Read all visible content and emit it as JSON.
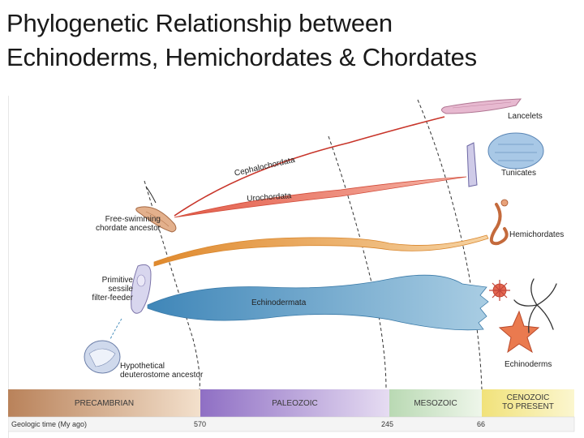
{
  "title": {
    "line1": "Phylogenetic Relationship between",
    "line2": "Echinoderms, Hemichordates & Chordates"
  },
  "branches": {
    "cephalochordata": "Cephalochordata",
    "urochordata": "Urochordata",
    "echinodermata": "Echinodermata"
  },
  "ancestors": {
    "free_swimming_1": "Free-swimming",
    "free_swimming_2": "chordate ancestor",
    "sessile_1": "Primitive",
    "sessile_2": "sessile",
    "sessile_3": "filter-feeder",
    "hypothetical_1": "Hypothetical",
    "hypothetical_2": "deuterostome ancestor"
  },
  "taxa": {
    "lancelets": "Lancelets",
    "tunicates": "Tunicates",
    "hemichordates": "Hemichordates",
    "echinoderms": "Echinoderms"
  },
  "timeline": {
    "eras": {
      "precambrian": "PRECAMBRIAN",
      "paleozoic": "PALEOZOIC",
      "mesozoic": "MESOZOIC",
      "cenozoic_1": "CENOZOIC",
      "cenozoic_2": "TO PRESENT"
    },
    "axis_label": "Geologic time (My ago)",
    "ticks": {
      "t570": "570",
      "t245": "245",
      "t66": "66"
    }
  },
  "colors": {
    "precambrian": "#c9976b",
    "paleozoic": "#9a7cc9",
    "mesozoic": "#cfe3c9",
    "cenozoic": "#f4eb9a",
    "cephalo": "#d1463a",
    "urochordata": "#e0705c",
    "hemi": "#e39a3e",
    "echino": "#4f93bf"
  }
}
